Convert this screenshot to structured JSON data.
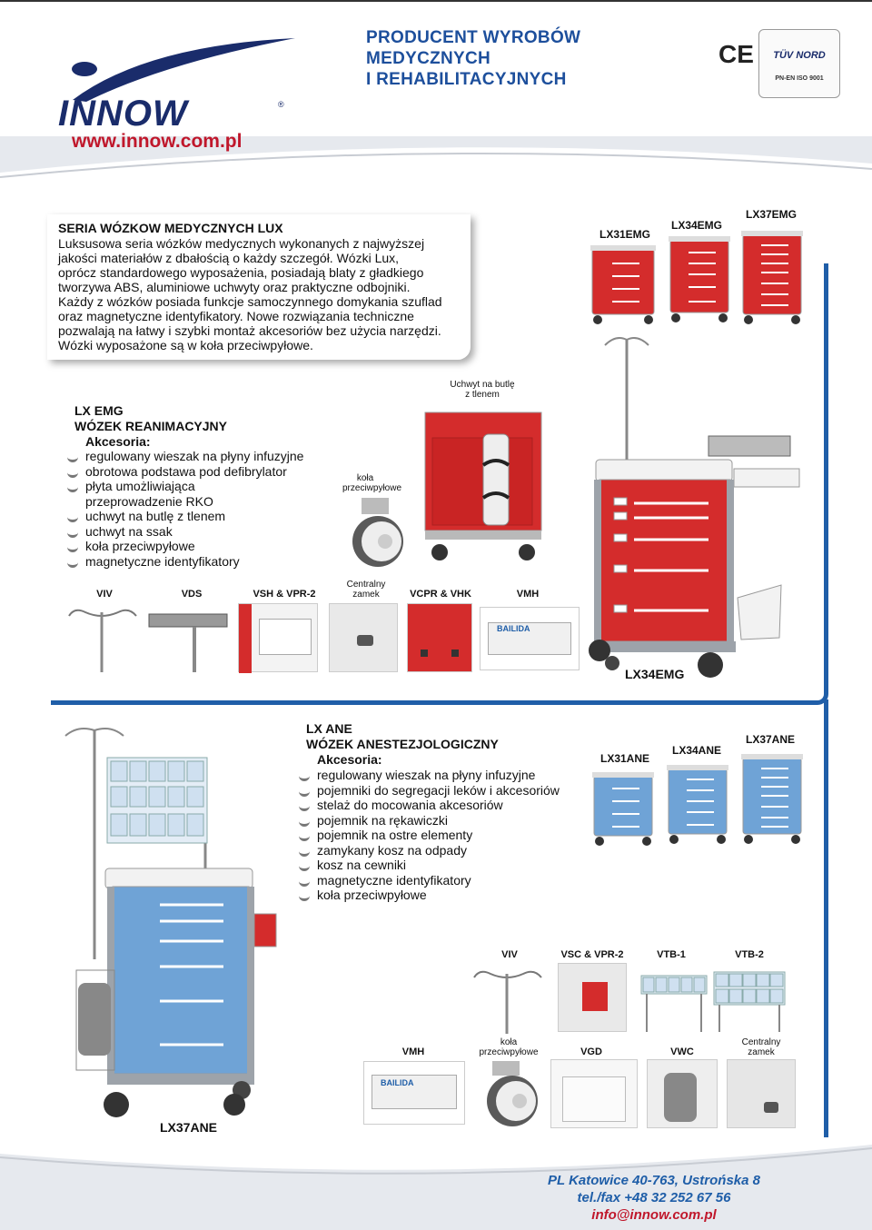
{
  "header": {
    "headline": [
      "PRODUCENT WYROBÓW",
      "MEDYCZNYCH",
      "I REHABILITACYJNYCH"
    ],
    "brand": "INNOW",
    "registered": "®",
    "url": "www.innow.com.pl",
    "ce_mark": "CE",
    "cert_name": "TÜV NORD",
    "cert_iso": "PN-EN ISO 9001"
  },
  "lux": {
    "title": "SERIA WÓZKOW MEDYCZNYCH LUX",
    "body_lines": [
      "Luksusowa seria wózków medycznych wykonanych z najwyższej",
      "jakości materiałów z dbałością o każdy szczegół. Wózki Lux,",
      "oprócz standardowego wyposażenia, posiadają blaty z  gładkiego",
      "tworzywa ABS, aluminiowe uchwyty oraz praktyczne odbojniki.",
      "Każdy z wózków posiada funkcje samoczynnego domykania szuflad",
      "oraz magnetyczne identyfikatory. Nowe rozwiązania techniczne",
      "pozwalają na łatwy i szybki montaż akcesoriów bez użycia narzędzi.",
      "Wózki wyposażone są w koła przeciwpyłowe."
    ]
  },
  "emg": {
    "title": "LX EMG",
    "subtitle": "WÓZEK REANIMACYJNY",
    "acc_label": "Akcesoria:",
    "accessories": [
      "regulowany wieszak na płyny infuzyjne",
      "obrotowa podstawa pod defibrylator",
      "płyta umożliwiająca",
      "przeprowadzenie RKO",
      "uchwyt na butlę z tlenem",
      "uchwyt na ssak",
      "koła przeciwpyłowe",
      "magnetyczne identyfikatory"
    ],
    "models": [
      "LX31EMG",
      "LX34EMG",
      "LX37EMG"
    ],
    "main_model": "LX34EMG",
    "note_oxygen": [
      "Uchwyt na butlę",
      "z tlenem"
    ],
    "note_wheels": [
      "koła",
      "przeciwpyłowe"
    ],
    "thumbs": [
      "VIV",
      "VDS",
      "VSH & VPR-2",
      "Centralny zamek",
      "VCPR & VHK",
      "VMH"
    ],
    "thumb_lock": [
      "Centralny",
      "zamek"
    ],
    "vmh_brand": "BAILIDA",
    "colors": {
      "cart": "#d42c2c",
      "frame": "#9da3aa"
    }
  },
  "ane": {
    "title": "LX ANE",
    "subtitle": "WÓZEK ANESTEZJOLOGICZNY",
    "acc_label": "Akcesoria:",
    "accessories": [
      "regulowany wieszak na płyny infuzyjne",
      "pojemniki do segregacji leków i akcesoriów",
      "stelaż do mocowania akcesoriów",
      "pojemnik na rękawiczki",
      "pojemnik na ostre elementy",
      "zamykany kosz na odpady",
      "kosz na cewniki",
      "magnetyczne identyfikatory",
      "koła przeciwpyłowe"
    ],
    "models": [
      "LX31ANE",
      "LX34ANE",
      "LX37ANE"
    ],
    "main_model": "LX37ANE",
    "thumbs_row1": [
      "VIV",
      "VSC & VPR-2",
      "VTB-1",
      "VTB-2"
    ],
    "thumbs_row2": [
      "VMH",
      "koła przeciwpyłowe",
      "VGD",
      "VWC",
      "Centralny zamek"
    ],
    "note_wheels": [
      "koła",
      "przeciwpyłowe"
    ],
    "note_lock": [
      "Centralny",
      "zamek"
    ],
    "vmh_brand": "BAILIDA",
    "colors": {
      "cart": "#6fa3d6",
      "frame": "#9da3aa"
    }
  },
  "footer": {
    "address": "PL Katowice 40-763, Ustrońska 8",
    "phone": "tel./fax +48 32 252 67 56",
    "email": "info@innow.com.pl"
  }
}
